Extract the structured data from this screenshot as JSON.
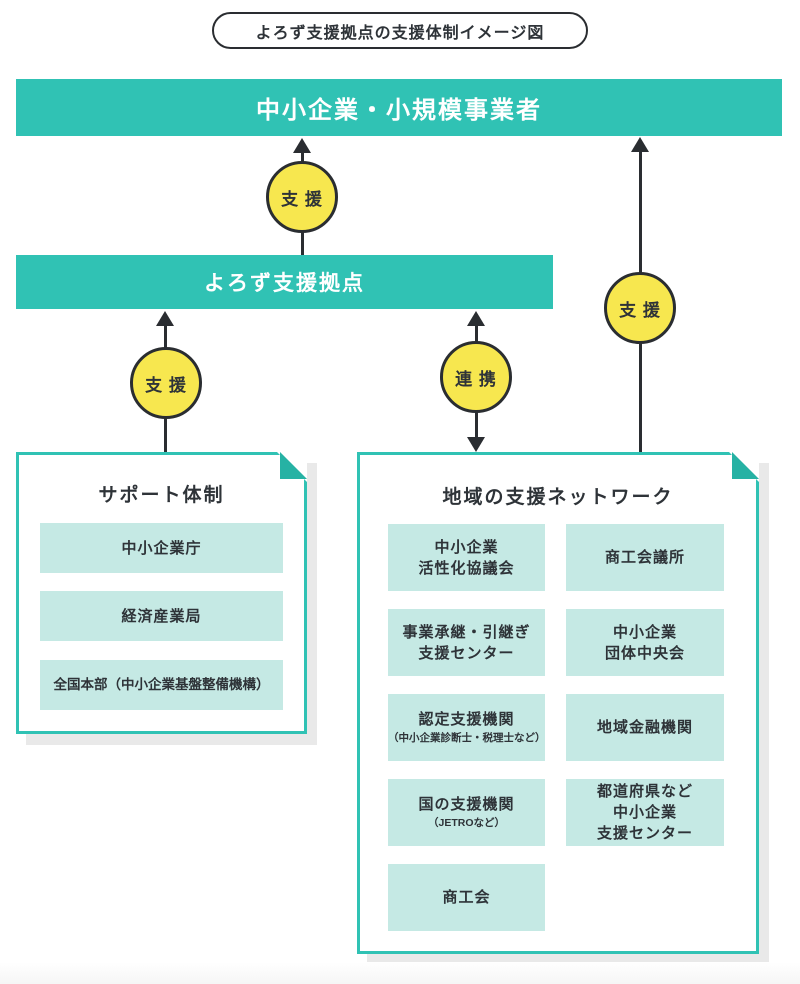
{
  "title": "よろず支援拠点の支援体制イメージ図",
  "banners": {
    "sme": "中小企業・小規模事業者",
    "yorozu": "よろず支援拠点"
  },
  "arrow_labels": {
    "yorozu_to_sme": "支 援",
    "support_to_yorozu": "支 援",
    "collaboration": "連 携",
    "network_to_sme": "支 援"
  },
  "support_card": {
    "title": "サポート体制",
    "items": [
      {
        "main": "中小企業庁",
        "sub": ""
      },
      {
        "main": "経済産業局",
        "sub": ""
      },
      {
        "main": "全国本部（中小企業基盤整備機構）",
        "sub": ""
      }
    ]
  },
  "network_card": {
    "title": "地域の支援ネットワーク",
    "left_column": [
      {
        "main": "中小企業\n活性化協議会",
        "sub": ""
      },
      {
        "main": "事業承継・引継ぎ\n支援センター",
        "sub": ""
      },
      {
        "main": "認定支援機関",
        "sub": "（中小企業診断士・税理士など）"
      },
      {
        "main": "国の支援機関",
        "sub": "（JETROなど）"
      },
      {
        "main": "商工会",
        "sub": ""
      }
    ],
    "right_column": [
      {
        "main": "商工会議所",
        "sub": ""
      },
      {
        "main": "中小企業\n団体中央会",
        "sub": ""
      },
      {
        "main": "地域金融機関",
        "sub": ""
      },
      {
        "main": "都道府県など\n中小企業\n支援センター",
        "sub": ""
      }
    ]
  },
  "colors": {
    "teal": "#30c2b4",
    "fold_teal": "#26b2a4",
    "light_teal": "#c5e9e4",
    "yellow": "#f7e74f",
    "ink": "#2e3338",
    "shadow": "#e9e9e9"
  }
}
